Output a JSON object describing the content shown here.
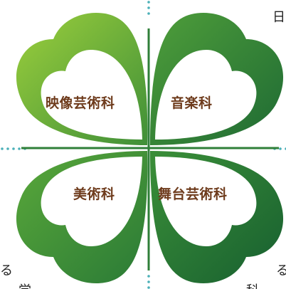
{
  "colors": {
    "leaf_light": "#8cc43a",
    "leaf_dark": "#1f6b35",
    "leaf_inner": "#ffffff",
    "label_text": "#6e3b1c",
    "dot_color": "#4bb0b8"
  },
  "labels": {
    "top_left": "映像芸術科",
    "top_right": "音楽科",
    "bottom_left": "美術科",
    "bottom_right": "舞台芸術科"
  },
  "edge_text": {
    "top_right": "日",
    "bottom_left": "る",
    "bottom_right": "る",
    "bottom_left_cut": "学",
    "bottom_right_cut": "科"
  }
}
